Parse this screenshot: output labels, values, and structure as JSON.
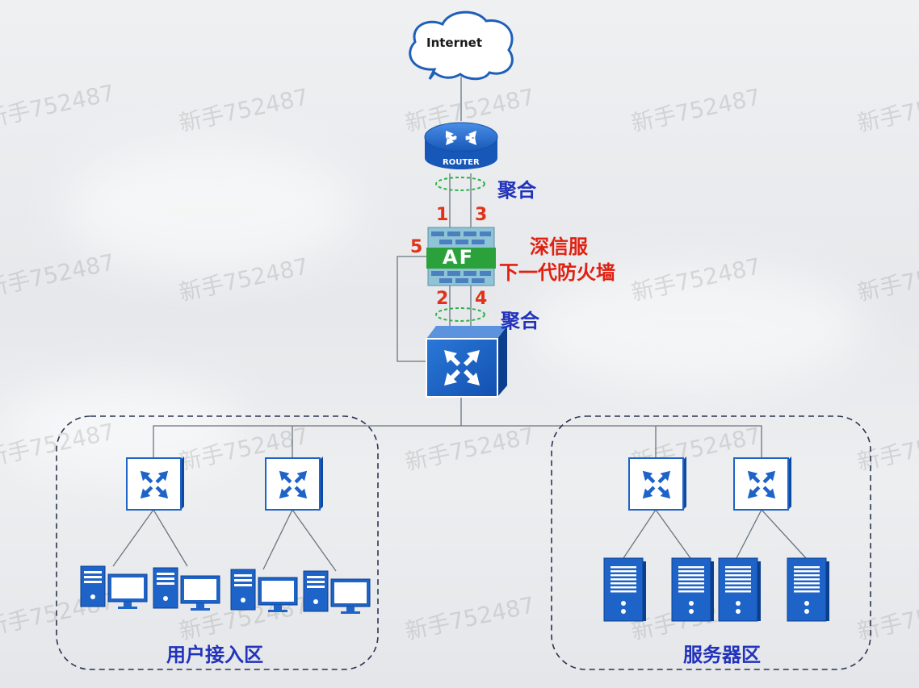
{
  "internet_label": "Internet",
  "router_label": "ROUTER",
  "firewall_badge": "AF",
  "aggregation_label_top": "聚合",
  "aggregation_label_bottom": "聚合",
  "firewall_title_line1": "深信服",
  "firewall_title_line2": "下一代防火墙",
  "ports": {
    "p1": "1",
    "p2": "2",
    "p3": "3",
    "p4": "4",
    "p5": "5"
  },
  "zones": {
    "user_access": "用户接入区",
    "server": "服务器区"
  },
  "watermark_text": "新手752487",
  "colors": {
    "switch_blue": "#1e63c8",
    "switch_border": "#0b4fa8",
    "label_blue": "#2233bb",
    "label_red": "#e02010",
    "aggregation_ring": "#2cb24a"
  }
}
